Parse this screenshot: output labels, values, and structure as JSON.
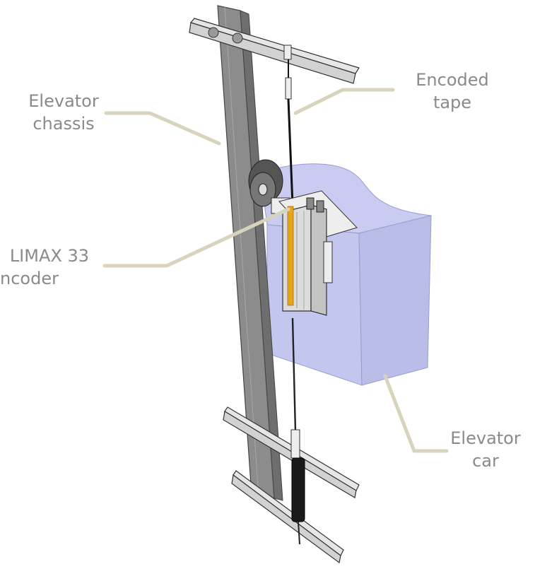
{
  "labels": {
    "chassis": {
      "line1": "Elevator",
      "line2": "chassis"
    },
    "tape": {
      "line1": "Encoded",
      "line2": "tape"
    },
    "encoder": {
      "line1": "LIMAX 33",
      "line2": "ncoder"
    },
    "car": {
      "line1": "Elevator",
      "line2": "car"
    }
  },
  "colors": {
    "car_fill": "#c9ccf0",
    "car_side": "#b9bde8",
    "rail": "#8c8c8c",
    "rail_dark": "#6e6e6e",
    "leader": "#d8d4bc",
    "encoder_body": "#dcdcdc",
    "encoder_strip": "#e8a51b",
    "tape": "#111111",
    "label_text": "#8a8a8a"
  }
}
